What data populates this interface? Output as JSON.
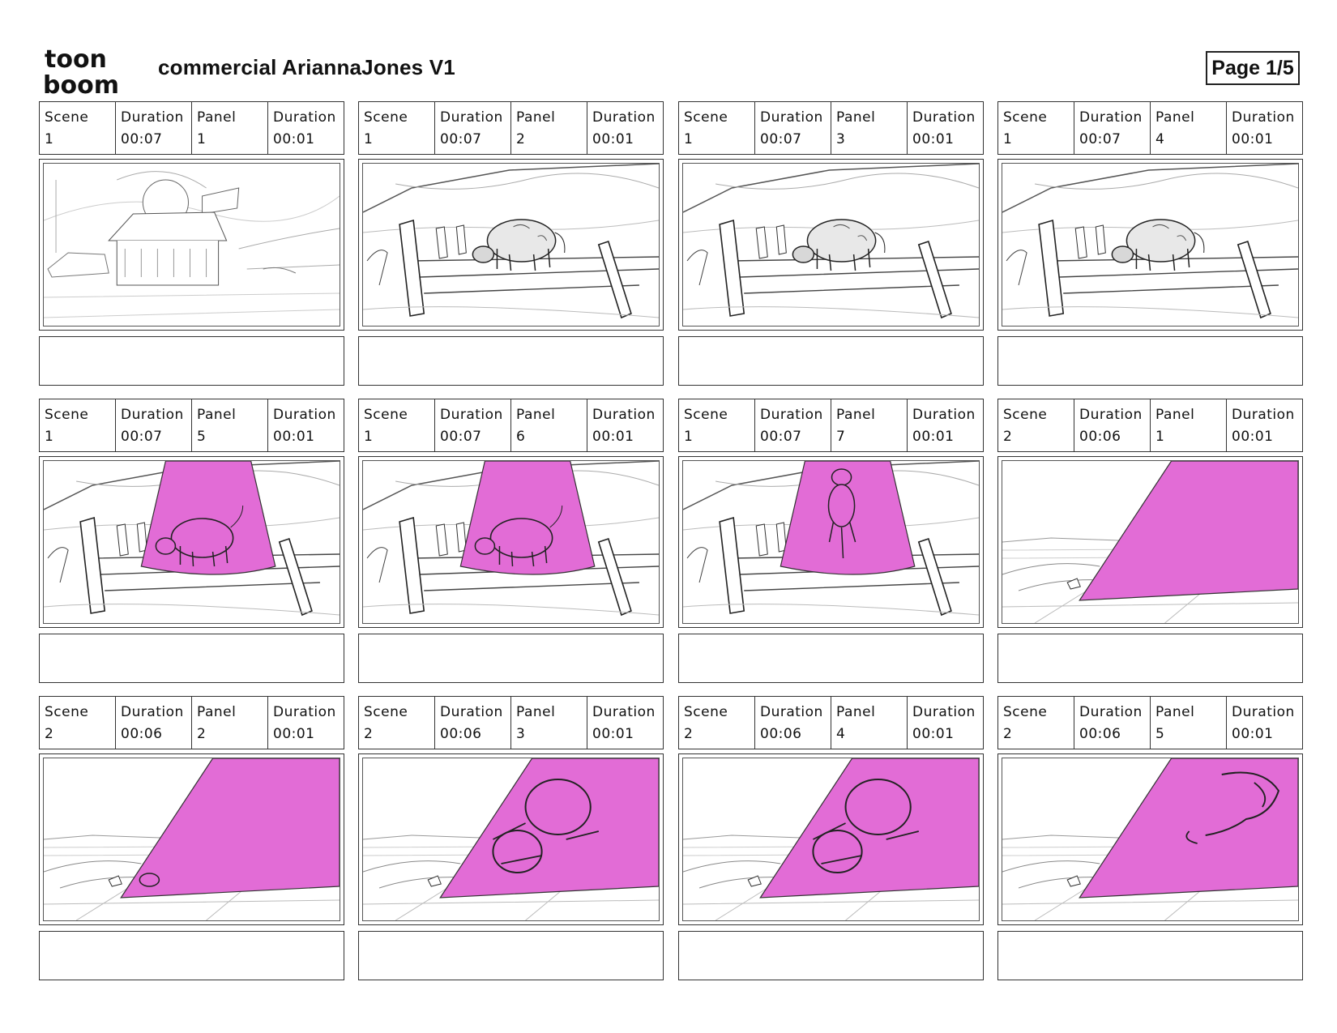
{
  "header": {
    "brand_top": "toon",
    "brand_bottom": "boom",
    "title": "commercial AriannaJones V1",
    "page": "Page 1/5"
  },
  "colors": {
    "beam": "#e26cd6",
    "ink": "#222222"
  },
  "labels": {
    "scene": "Scene",
    "duration": "Duration",
    "panel": "Panel"
  },
  "panels": [
    {
      "scene": "1",
      "scene_duration": "00:07",
      "panel": "1",
      "panel_duration": "00:01",
      "art": "restaurant"
    },
    {
      "scene": "1",
      "scene_duration": "00:07",
      "panel": "2",
      "panel_duration": "00:01",
      "art": "cow"
    },
    {
      "scene": "1",
      "scene_duration": "00:07",
      "panel": "3",
      "panel_duration": "00:01",
      "art": "cow"
    },
    {
      "scene": "1",
      "scene_duration": "00:07",
      "panel": "4",
      "panel_duration": "00:01",
      "art": "cow"
    },
    {
      "scene": "1",
      "scene_duration": "00:07",
      "panel": "5",
      "panel_duration": "00:01",
      "art": "beam-cow"
    },
    {
      "scene": "1",
      "scene_duration": "00:07",
      "panel": "6",
      "panel_duration": "00:01",
      "art": "beam-cow"
    },
    {
      "scene": "1",
      "scene_duration": "00:07",
      "panel": "7",
      "panel_duration": "00:01",
      "art": "beam-lift"
    },
    {
      "scene": "2",
      "scene_duration": "00:06",
      "panel": "1",
      "panel_duration": "00:01",
      "art": "wedge"
    },
    {
      "scene": "2",
      "scene_duration": "00:06",
      "panel": "2",
      "panel_duration": "00:01",
      "art": "wedge-small"
    },
    {
      "scene": "2",
      "scene_duration": "00:06",
      "panel": "3",
      "panel_duration": "00:01",
      "art": "wedge-big"
    },
    {
      "scene": "2",
      "scene_duration": "00:06",
      "panel": "4",
      "panel_duration": "00:01",
      "art": "wedge-big"
    },
    {
      "scene": "2",
      "scene_duration": "00:06",
      "panel": "5",
      "panel_duration": "00:01",
      "art": "wedge-exit"
    }
  ]
}
